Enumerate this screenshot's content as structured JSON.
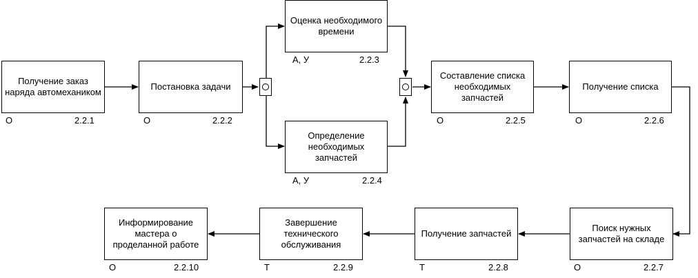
{
  "nodes": [
    {
      "id": "n1",
      "text": "Получение заказ наряда автомехаником",
      "executor": "О",
      "code": "2.2.1"
    },
    {
      "id": "n2",
      "text": "Постановка задачи",
      "executor": "О",
      "code": "2.2.2"
    },
    {
      "id": "n3",
      "text": "Оценка необходимого времени",
      "executor": "А, У",
      "code": "2.2.3"
    },
    {
      "id": "n4",
      "text": "Определение необходимых запчастей",
      "executor": "А, У",
      "code": "2.2.4"
    },
    {
      "id": "n5",
      "text": "Составление списка необходимых запчастей",
      "executor": "О",
      "code": "2.2.5"
    },
    {
      "id": "n6",
      "text": "Получение списка",
      "executor": "О",
      "code": "2.2.6"
    },
    {
      "id": "n7",
      "text": "Поиск нужных запчастей на складе",
      "executor": "О",
      "code": "2.2.7"
    },
    {
      "id": "n8",
      "text": "Получение запчастей",
      "executor": "Т",
      "code": "2.2.8"
    },
    {
      "id": "n9",
      "text": "Завершение технического обслуживания",
      "executor": "Т",
      "code": "2.2.9"
    },
    {
      "id": "n10",
      "text": "Информирование мастера о проделанной работе",
      "executor": "О",
      "code": "2.2.10"
    }
  ],
  "junctions": [
    {
      "id": "j1",
      "type": "O"
    },
    {
      "id": "j2",
      "type": "O"
    }
  ],
  "edges": [
    [
      "n1",
      "n2"
    ],
    [
      "n2",
      "j1"
    ],
    [
      "j1",
      "n3"
    ],
    [
      "j1",
      "n4"
    ],
    [
      "n3",
      "j2"
    ],
    [
      "n4",
      "j2"
    ],
    [
      "j2",
      "n5"
    ],
    [
      "n5",
      "n6"
    ],
    [
      "n6",
      "n7"
    ],
    [
      "n7",
      "n8"
    ],
    [
      "n8",
      "n9"
    ],
    [
      "n9",
      "n10"
    ]
  ]
}
